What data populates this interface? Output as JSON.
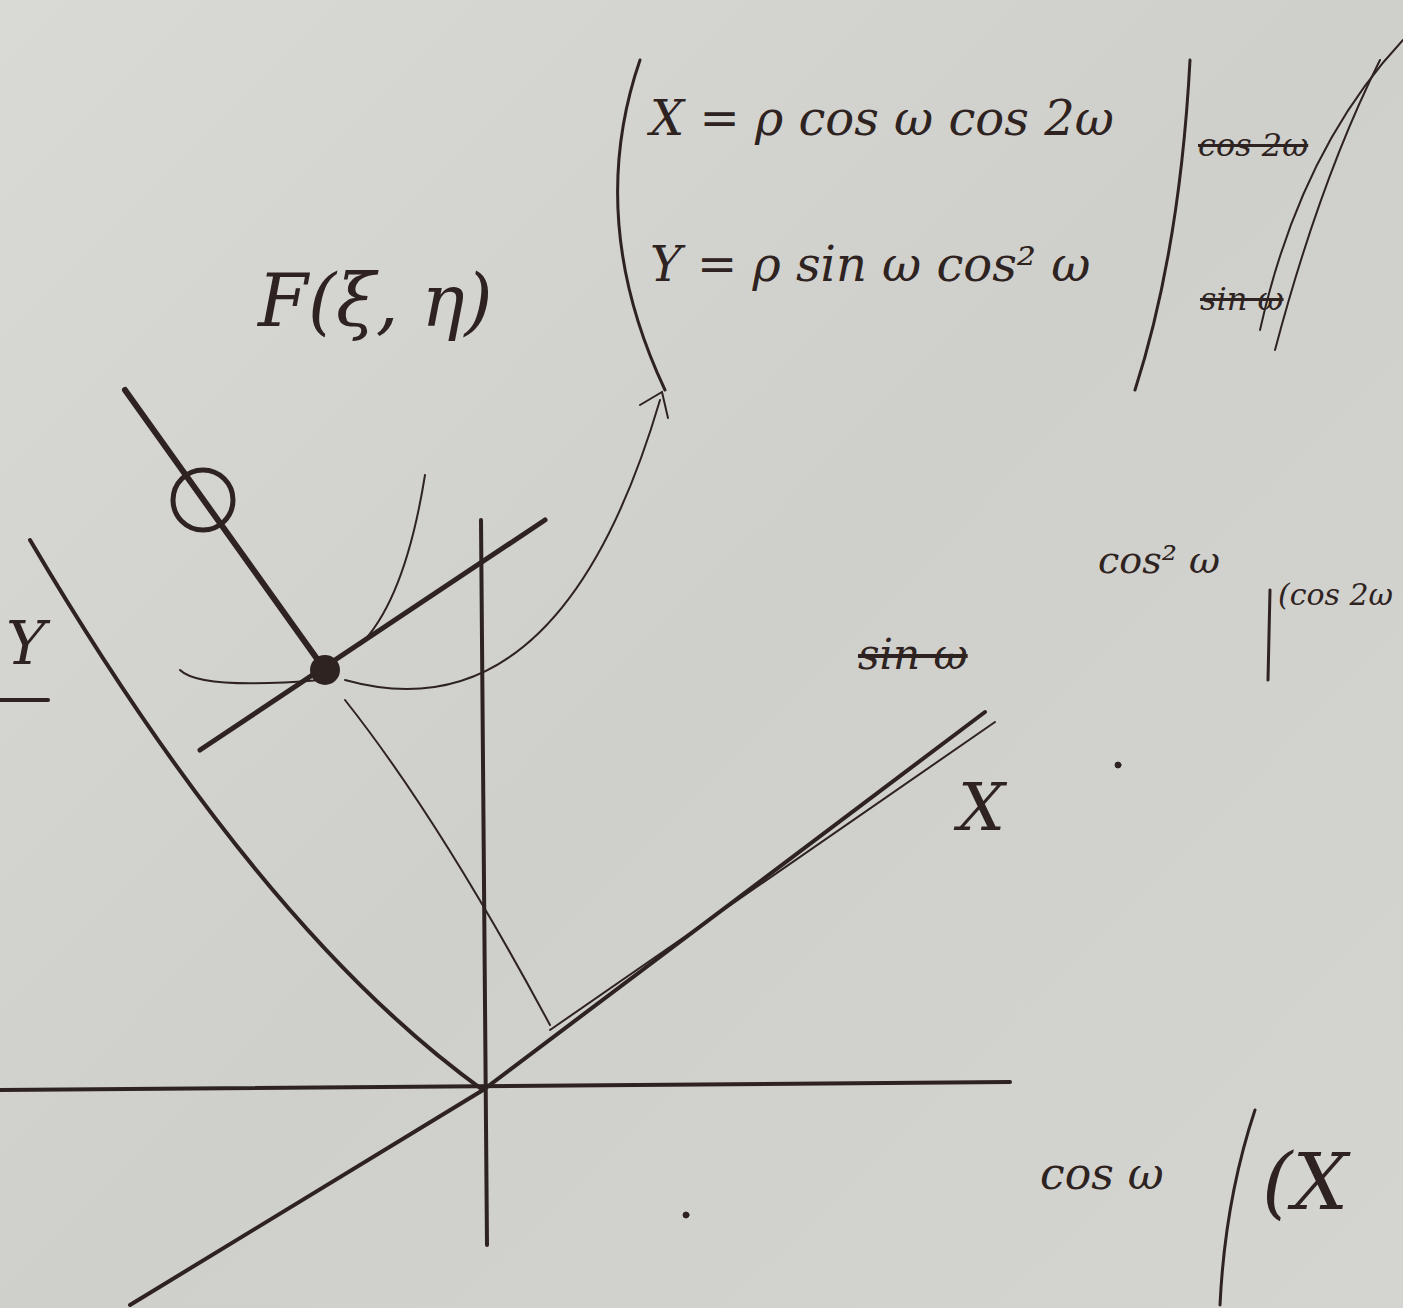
{
  "diagram": {
    "labels": [
      "X = ρ cos ω cos 2ω",
      "Y = ρ sin ω cos² ω",
      "cos 2ω",
      "sin ω",
      "F(ξ, η)",
      "Y",
      "sin ω",
      "X",
      "cos² ω",
      "(cos 2ω",
      "cos ω",
      "(X"
    ]
  }
}
